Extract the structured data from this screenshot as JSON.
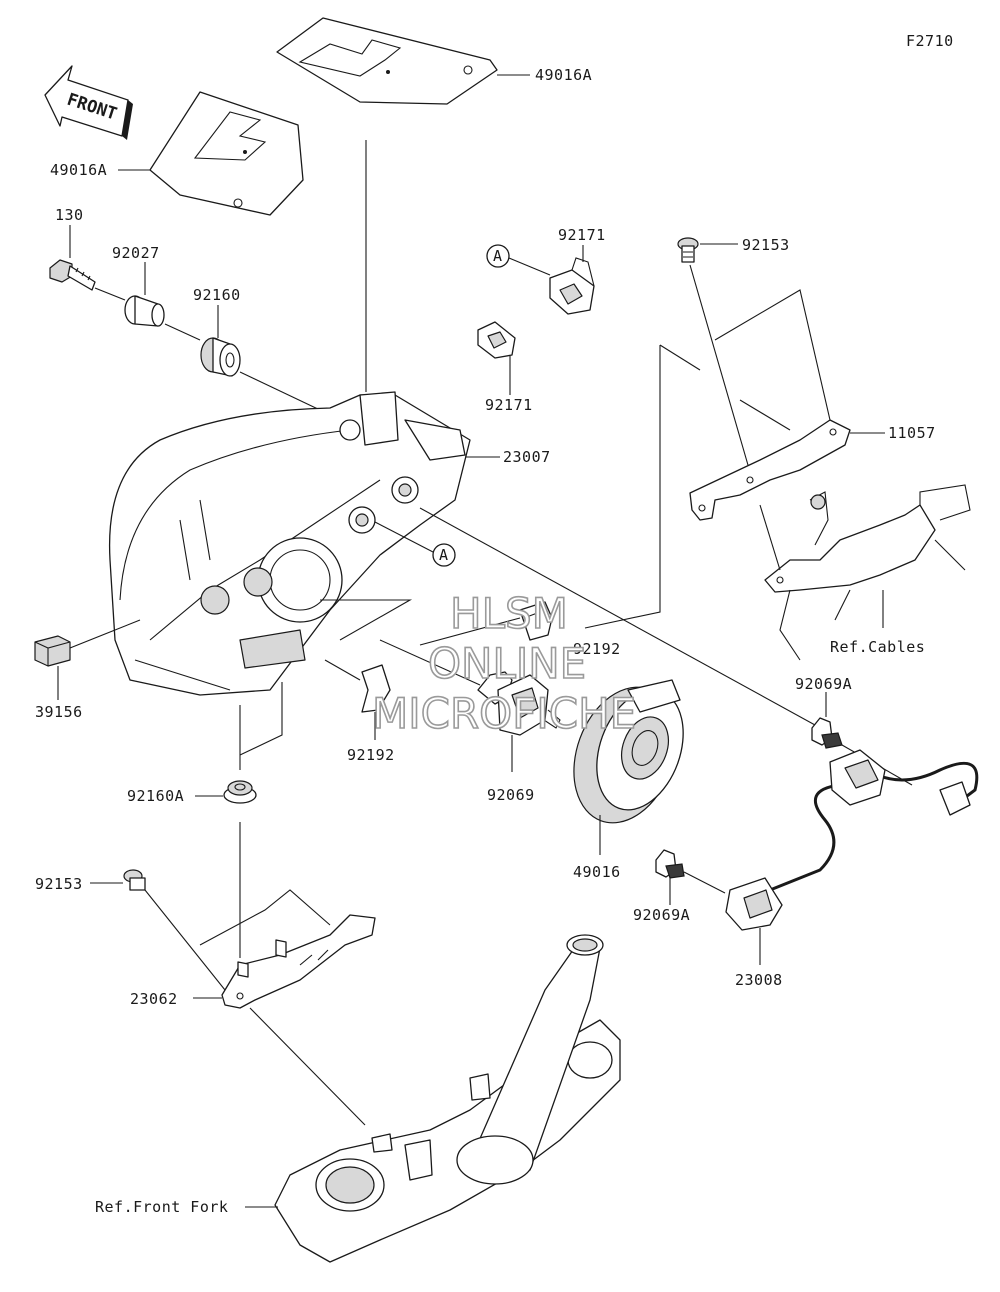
{
  "figure_code": "F2710",
  "front_label": "FRONT",
  "callout_a": "A",
  "watermark": [
    "HLSM",
    "ONLINE",
    "MICROFICHE"
  ],
  "parts": {
    "p49016A_top": "49016A",
    "p49016A_left": "49016A",
    "p130": "130",
    "p92027": "92027",
    "p92160": "92160",
    "p92171_top": "92171",
    "p92171_mid": "92171",
    "p92153_top": "92153",
    "p11057": "11057",
    "p23007": "23007",
    "pRefCables": "Ref.Cables",
    "p92192_right": "92192",
    "p92192_left": "92192",
    "p39156": "39156",
    "p92069": "92069",
    "p92069A_top": "92069A",
    "p92160A": "92160A",
    "p49016": "49016",
    "p92069A_bot": "92069A",
    "p92153_left": "92153",
    "p23062": "23062",
    "p23008": "23008",
    "pRefFrontFork": "Ref.Front Fork"
  }
}
